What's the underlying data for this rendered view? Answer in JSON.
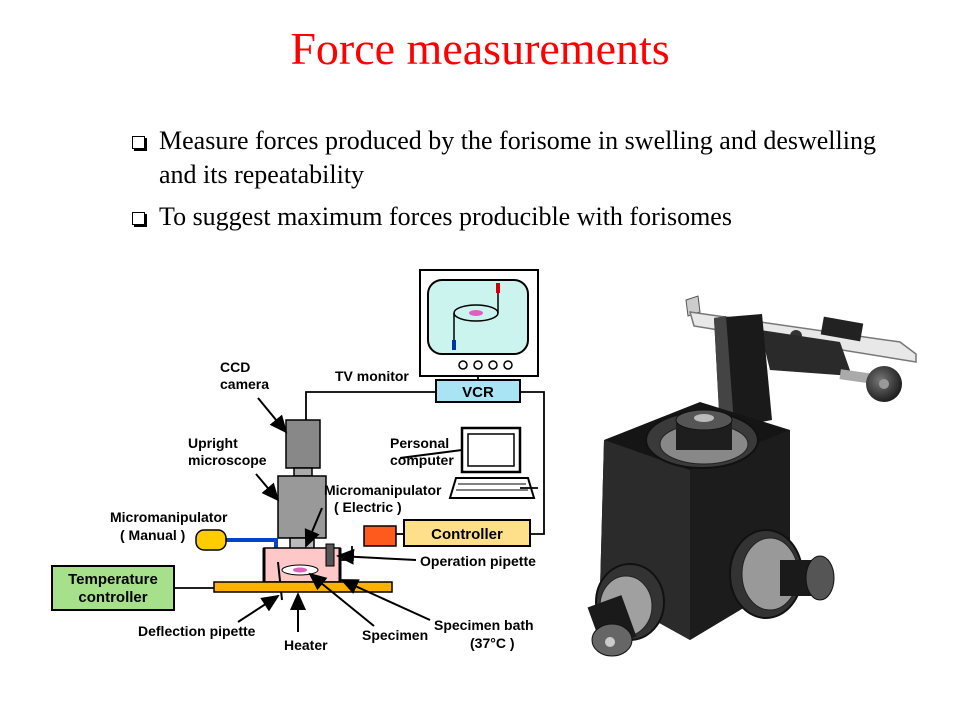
{
  "slide": {
    "title": "Force measurements",
    "bullets": [
      "Measure forces produced by the forisome in swelling and deswelling and its repeatability",
      "To suggest maximum forces producible with forisomes"
    ]
  },
  "diagram": {
    "labels": {
      "ccd_camera_line1": "CCD",
      "ccd_camera_line2": "camera",
      "tv_monitor": "TV monitor",
      "vcr": "VCR",
      "upright_microscope_line1": "Upright",
      "upright_microscope_line2": "microscope",
      "personal_computer_line1": "Personal",
      "personal_computer_line2": "computer",
      "micromanipulator_electric_line1": "Micromanipulator",
      "micromanipulator_electric_line2": "( Electric )",
      "micromanipulator_manual_line1": "Micromanipulator",
      "micromanipulator_manual_line2": "( Manual )",
      "controller": "Controller",
      "operation_pipette": "Operation pipette",
      "temperature_controller_line1": "Temperature",
      "temperature_controller_line2": "controller",
      "deflection_pipette": "Deflection pipette",
      "heater": "Heater",
      "specimen": "Specimen",
      "specimen_bath_line1": "Specimen bath",
      "specimen_bath_line2": "(37°C )"
    },
    "colors": {
      "vcr_box": "#a8e4f4",
      "controller_box": "#ffe08a",
      "temperature_box": "#a6e08a",
      "manual_knob": "#ffcc00",
      "heater_plate": "#ffb000",
      "bath": "#ffc8c8",
      "electric_block": "#ff5a1e",
      "blue_line": "#0044cc"
    }
  },
  "photo": {
    "subject": "micromanipulator-photo"
  }
}
